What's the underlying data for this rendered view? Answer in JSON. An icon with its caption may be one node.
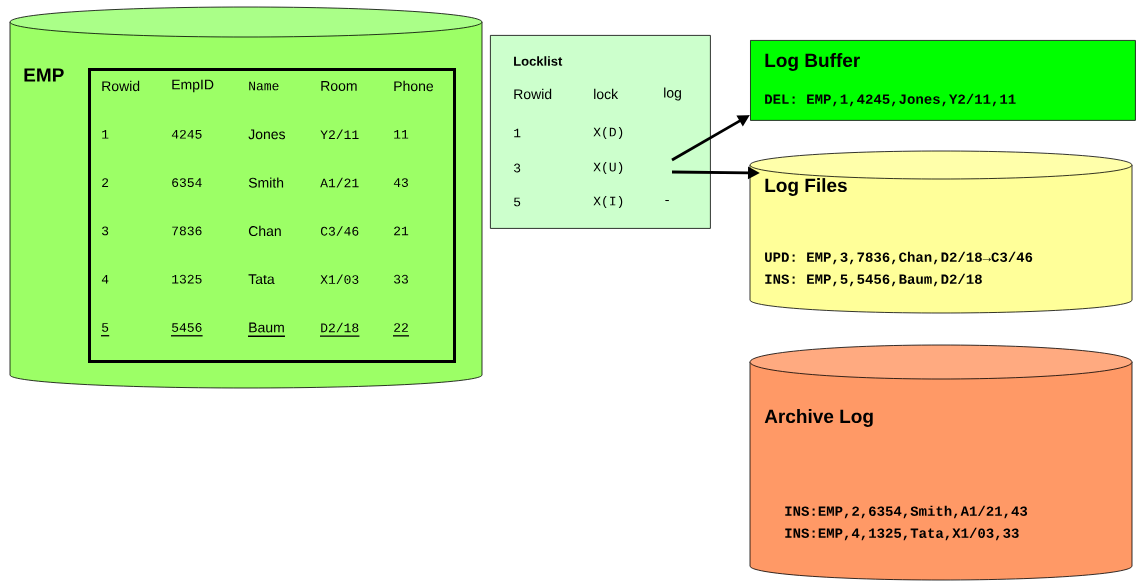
{
  "diagram": {
    "nodes": [
      {
        "text": [
          "EMP"
        ]
      },
      {
        "text": [
          "Rowid",
          "EmpID",
          "Name",
          "Room",
          "Phone",
          "1",
          "4245",
          "Jones",
          "Y2/11",
          "11",
          "2",
          "6354",
          "Smith",
          "A1/21",
          "43",
          "3",
          "7836",
          "Chan",
          "C3/46",
          "21",
          "4",
          "1325",
          "Tata",
          "X1/03",
          "33",
          "5",
          "5456",
          "Baum",
          "D2/18",
          "22"
        ],
        "in": 0
      },
      {
        "text": [
          "Locklist",
          "Rowid",
          "lock",
          "log",
          "1",
          "X(D)",
          "3",
          "X(U)",
          "5",
          "X(I)",
          "-"
        ]
      },
      {
        "text": [
          "Log Buffer",
          "DEL: EMP,1,4245,Jones,Y2/11,11"
        ]
      },
      {
        "text": [
          "Log Files",
          "UPD: EMP,3,7836,Chan,D2/18→C3/46",
          "INS: EMP,5,5456,Baum,D2/18"
        ]
      },
      {
        "text": [
          "Archive Log",
          "INS:EMP,2,6354,Smith,A1/21,43",
          "INS:EMP,4,1325,Tata,X1/03,33"
        ]
      }
    ],
    "edges": [
      {
        "from": 2,
        "to": 3,
        "arrow": "to"
      },
      {
        "from": 2,
        "to": 4,
        "arrow": "to"
      }
    ]
  }
}
